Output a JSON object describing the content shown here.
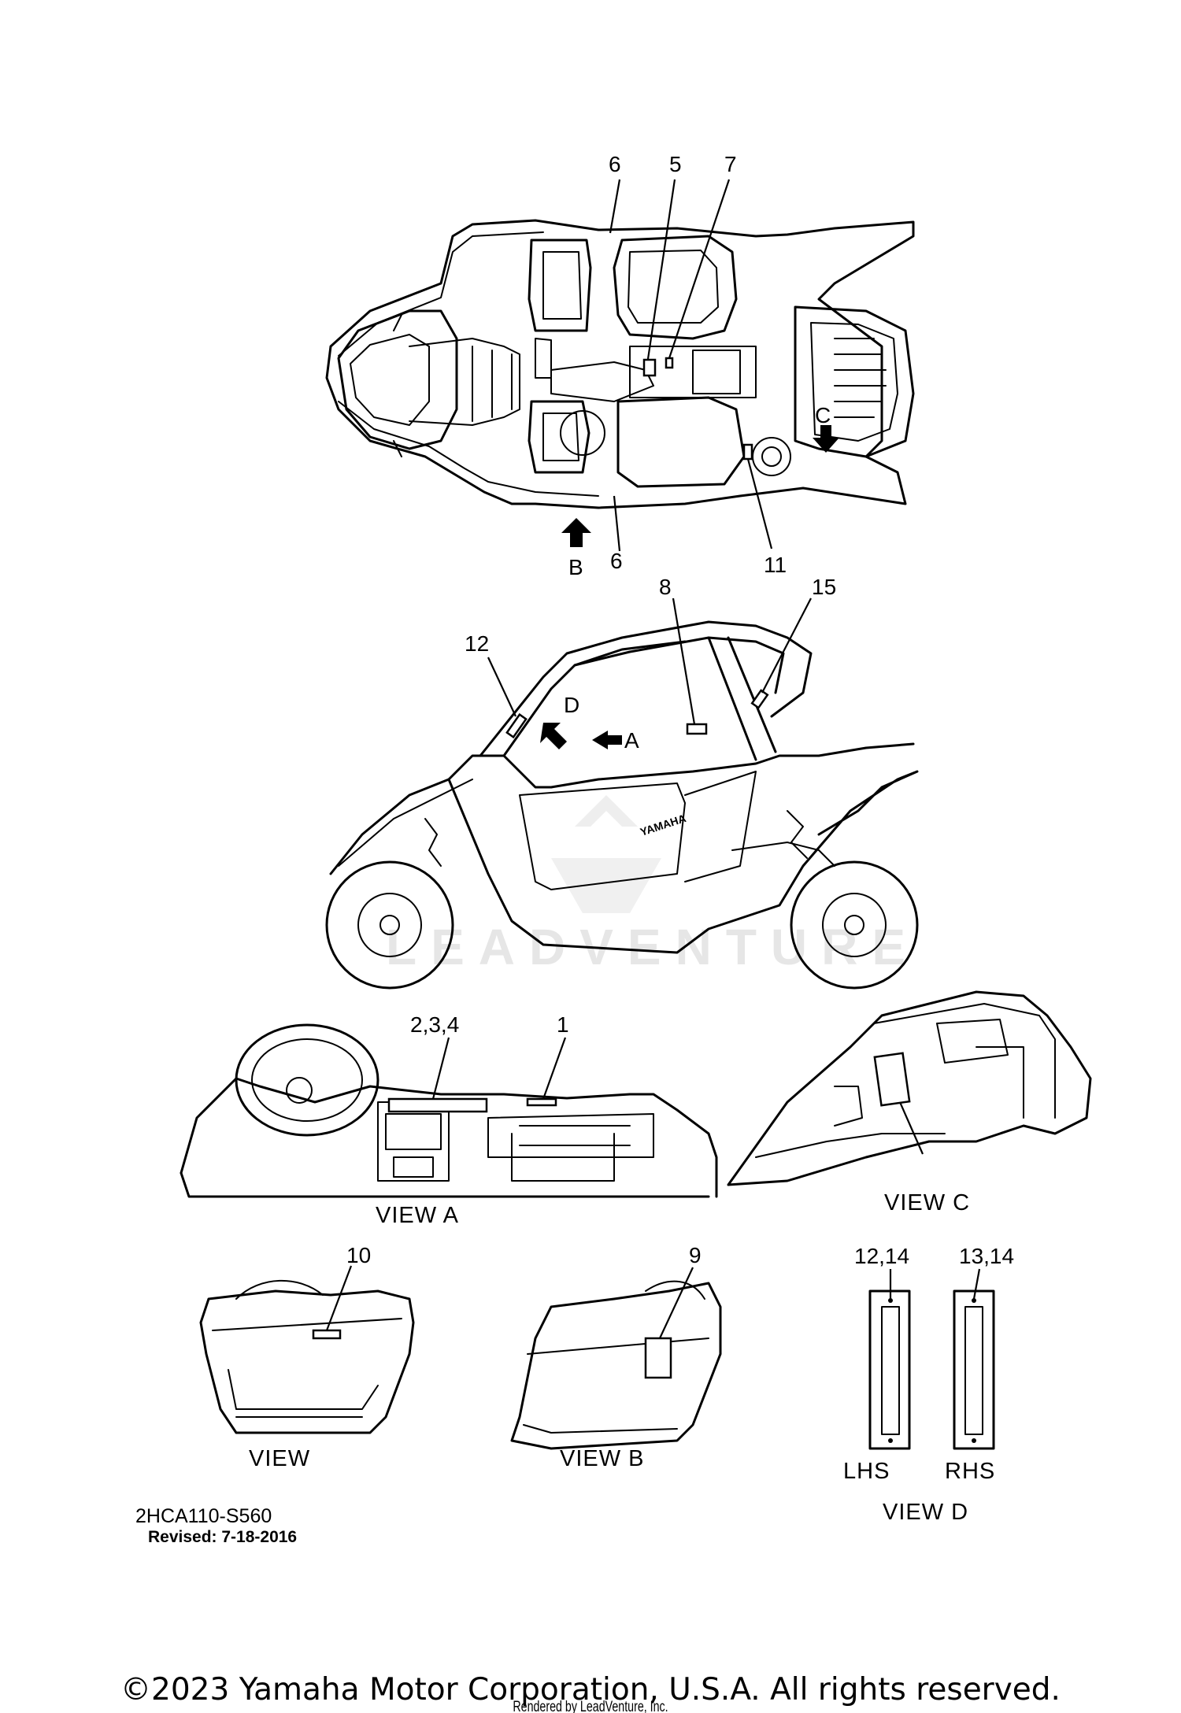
{
  "callouts": {
    "c6_top": "6",
    "c5": "5",
    "c7": "7",
    "cC_top": "C",
    "cB_top": "B",
    "c6_bottom": "6",
    "c11": "11",
    "c8": "8",
    "c15": "15",
    "c12": "12",
    "cD": "D",
    "cA": "A",
    "c234": "2,3,4",
    "c1": "1",
    "c10": "10",
    "c9": "9",
    "c1214": "12,14",
    "c1314": "13,14"
  },
  "views": {
    "view_a": "VIEW A",
    "view_c": "VIEW C",
    "view": "VIEW",
    "view_b": "VIEW  B",
    "lhs": "LHS",
    "rhs": "RHS",
    "view_d": "VIEW D"
  },
  "meta": {
    "drawing_number": "2HCA110-S560",
    "revised": "Revised: 7-18-2016",
    "copyright": "©2023 Yamaha Motor Corporation, U.S.A. All rights reserved.",
    "rendered_by": "Rendered by LeadVenture, Inc.",
    "watermark": "LEADVENTURE",
    "brand_on_vehicle": "YAMAHA"
  }
}
